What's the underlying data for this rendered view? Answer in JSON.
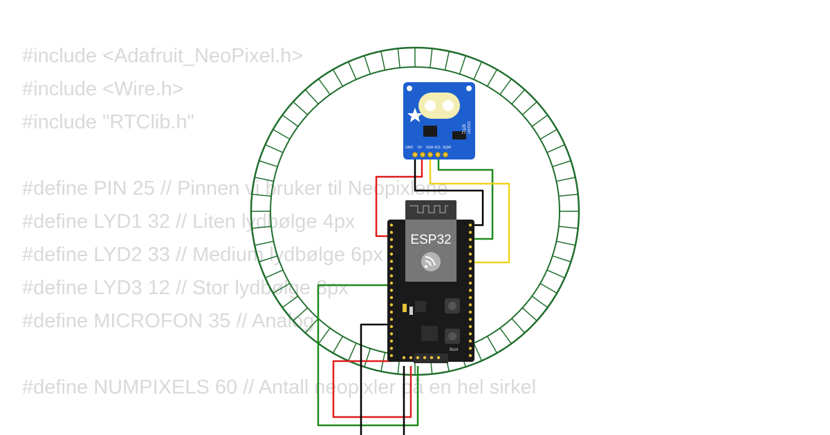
{
  "code": {
    "lines": [
      "#include <Adafruit_NeoPixel.h>",
      "#include <Wire.h>",
      "#include \"RTClib.h\"",
      "",
      "#define PIN 25 // Pinnen vi bruker til Neopixlene",
      "#define LYD1 32 // Liten lydbølge 4px",
      "#define LYD2 33 // Medium lydbølge 6px",
      "#define LYD3 12 // Stor lydbølge 8px",
      "#define MICROFON 35 // Analog",
      "",
      "#define NUMPIXELS 60 // Antall neopixler på en hel sirkel"
    ]
  },
  "ring": {
    "pixel_count": 60
  },
  "rtc": {
    "label": "RTC",
    "chip": "DS1307",
    "pins": [
      "GND",
      "5V",
      "SDA",
      "SCL",
      "SQW"
    ]
  },
  "esp32": {
    "label": "ESP32",
    "boot_label": "Boot"
  },
  "colors": {
    "background": "#ffffff",
    "code_text": "#d9d9d9",
    "ring_stroke": "#1f6e2c",
    "board_blue": "#1e5fd0",
    "board_black": "#1a1a1a",
    "wire_red": "#e01b1b",
    "wire_green": "#1c8a1c",
    "wire_yellow": "#f2d21a",
    "wire_black": "#000000"
  }
}
